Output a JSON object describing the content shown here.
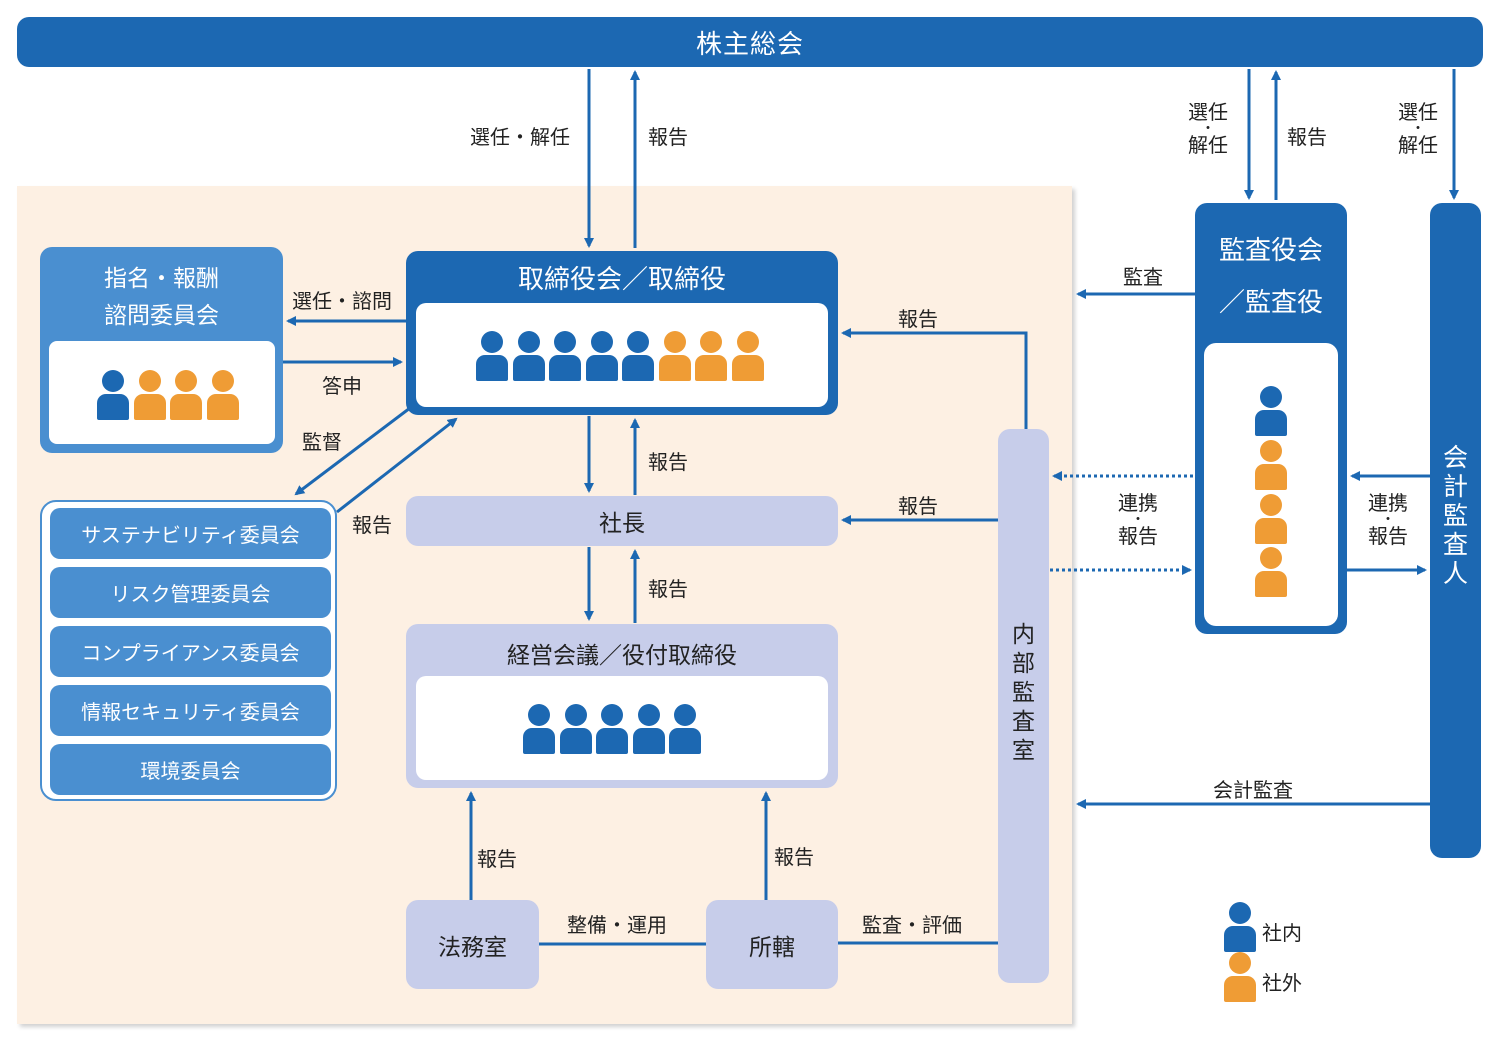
{
  "colors": {
    "primary": "#1c68b2",
    "light_blue": "#4a8fd0",
    "lavender": "#c7cdea",
    "cream": "#fdf0e3",
    "internal": "#1c68b2",
    "external": "#ef9c35"
  },
  "shareholders_meeting": "株主総会",
  "nomination_committee": {
    "line1": "指名・報酬",
    "line2": "諮問委員会"
  },
  "board": {
    "title": "取締役会／取締役"
  },
  "president": "社長",
  "management_meeting": "経営会議／役付取締役",
  "committees": [
    "サステナビリティ委員会",
    "リスク管理委員会",
    "コンプライアンス委員会",
    "情報セキュリティ委員会",
    "環境委員会"
  ],
  "legal_office": "法務室",
  "jurisdiction": "所轄",
  "internal_audit_office": "内部監査室",
  "audit_board": {
    "line1": "監査役会",
    "line2": "／監査役"
  },
  "accounting_auditor": "会計監査人",
  "labels": {
    "elect_dismiss": "選任・解任",
    "report": "報告",
    "elect": "選任",
    "dismiss": "解任",
    "dot": "・",
    "elect_consult": "選任・諮問",
    "answer": "答申",
    "supervise": "監督",
    "audit": "監査",
    "cooperate": "連携",
    "accounting_audit": "会計監査",
    "maintain_operate": "整備・運用",
    "audit_evaluate": "監査・評価"
  },
  "legend": {
    "internal": "社内",
    "external": "社外"
  }
}
